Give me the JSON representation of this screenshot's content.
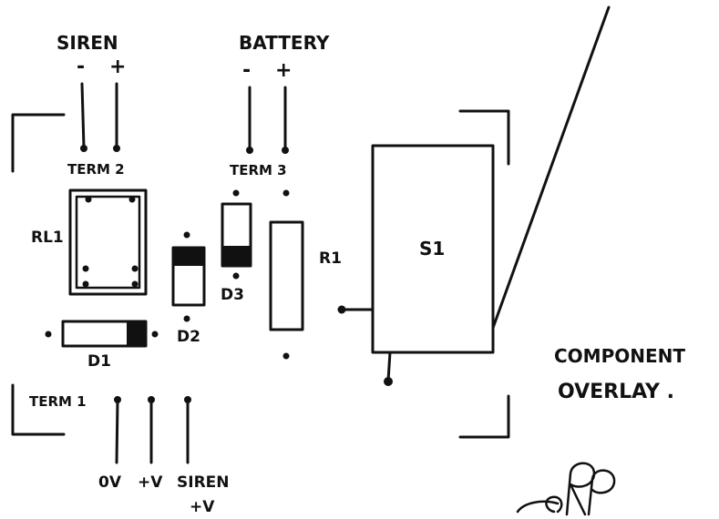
{
  "labels": {
    "siren_title": "SIREN",
    "siren_minus": "-",
    "siren_plus": "+",
    "battery_title": "BATTERY",
    "battery_minus": "-",
    "battery_plus": "+",
    "term2": "TERM 2",
    "term3": "TERM 3",
    "term1": "TERM 1",
    "rl1": "RL1",
    "d1": "D1",
    "d2": "D2",
    "d3": "D3",
    "r1": "R1",
    "s1": "S1",
    "term1_0v": "0V",
    "term1_pv": "+V",
    "term1_siren": "SIREN",
    "term1_siren_pv": "+V",
    "overlay_line1": "COMPONENT",
    "overlay_line2": "OVERLAY ."
  },
  "signature": {
    "text": "©RP"
  },
  "colors": {
    "ink": "#111111",
    "background": "#ffffff"
  }
}
